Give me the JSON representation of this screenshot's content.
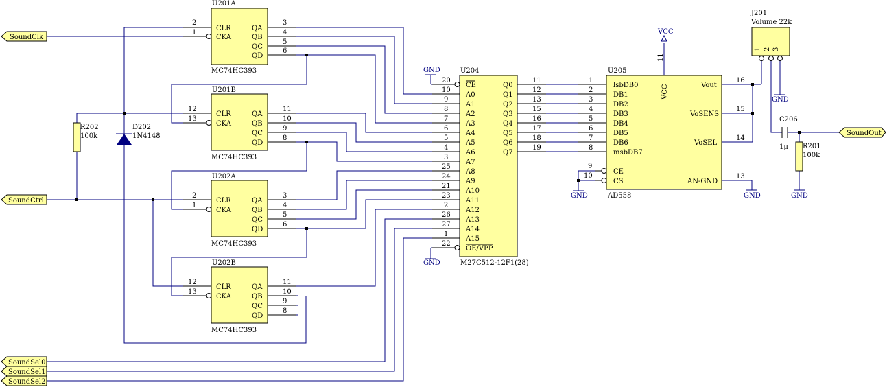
{
  "ports": {
    "sound_clk": "SoundClk",
    "sound_ctrl": "SoundCtrl",
    "sound_sel0": "SoundSel0",
    "sound_sel1": "SoundSel1",
    "sound_sel2": "SoundSel2",
    "sound_out": "SoundOut"
  },
  "u201a": {
    "ref": "U201A",
    "part": "MC74HC393",
    "pins_in": [
      "CLR",
      "CKA"
    ],
    "pins_out": [
      "QA",
      "QB",
      "QC",
      "QD"
    ],
    "nums_in": [
      "2",
      "1"
    ],
    "nums_out": [
      "3",
      "4",
      "5",
      "6"
    ]
  },
  "u201b": {
    "ref": "U201B",
    "part": "MC74HC393",
    "pins_in": [
      "CLR",
      "CKA"
    ],
    "pins_out": [
      "QA",
      "QB",
      "QC",
      "QD"
    ],
    "nums_in": [
      "12",
      "13"
    ],
    "nums_out": [
      "11",
      "10",
      "9",
      "8"
    ]
  },
  "u202a": {
    "ref": "U202A",
    "part": "MC74HC393",
    "pins_in": [
      "CLR",
      "CKA"
    ],
    "pins_out": [
      "QA",
      "QB",
      "QC",
      "QD"
    ],
    "nums_in": [
      "2",
      "1"
    ],
    "nums_out": [
      "3",
      "4",
      "5",
      "6"
    ]
  },
  "u202b": {
    "ref": "U202B",
    "part": "MC74HC393",
    "pins_in": [
      "CLR",
      "CKA"
    ],
    "pins_out": [
      "QA",
      "QB",
      "QC",
      "QD"
    ],
    "nums_in": [
      "12",
      "13"
    ],
    "nums_out": [
      "11",
      "10",
      "9",
      "8"
    ]
  },
  "u204": {
    "ref": "U204",
    "part": "M27C512-12F1(28)",
    "left_pins": [
      "CE",
      "A0",
      "A1",
      "A2",
      "A3",
      "A4",
      "A5",
      "A6",
      "A7",
      "A8",
      "A9",
      "A10",
      "A11",
      "A12",
      "A13",
      "A14",
      "A15",
      "OE/VPP"
    ],
    "left_nums": [
      "20",
      "10",
      "9",
      "8",
      "7",
      "6",
      "5",
      "4",
      "3",
      "25",
      "24",
      "21",
      "23",
      "2",
      "26",
      "27",
      "1",
      "22"
    ],
    "right_pins": [
      "Q0",
      "Q1",
      "Q2",
      "Q3",
      "Q4",
      "Q5",
      "Q6",
      "Q7"
    ],
    "right_nums": [
      "11",
      "12",
      "13",
      "15",
      "16",
      "17",
      "18",
      "19"
    ]
  },
  "u205": {
    "ref": "U205",
    "part": "AD558",
    "left_pins": [
      "lsbDB0",
      "DB1",
      "DB2",
      "DB3",
      "DB4",
      "DB5",
      "DB6",
      "msbDB7"
    ],
    "left_nums": [
      "1",
      "2",
      "3",
      "4",
      "5",
      "6",
      "7",
      "8"
    ],
    "ctrl_pins": [
      "CE",
      "CS"
    ],
    "ctrl_nums": [
      "9",
      "10"
    ],
    "right_pins": [
      "Vout",
      "VoSENS",
      "VoSEL",
      "AN-GND"
    ],
    "right_nums": [
      "16",
      "15",
      "14",
      "13"
    ],
    "vcc_pin": "VCC",
    "vcc_num": "11"
  },
  "j201": {
    "ref": "J201",
    "value": "Volume 22k",
    "pins": [
      "1",
      "2",
      "3"
    ]
  },
  "r201": {
    "ref": "R201",
    "value": "100k"
  },
  "r202": {
    "ref": "R202",
    "value": "100k"
  },
  "c206": {
    "ref": "C206",
    "value": "1µ"
  },
  "d202": {
    "ref": "D202",
    "value": "1N4148"
  },
  "power": {
    "vcc": "VCC",
    "gnd": "GND"
  }
}
